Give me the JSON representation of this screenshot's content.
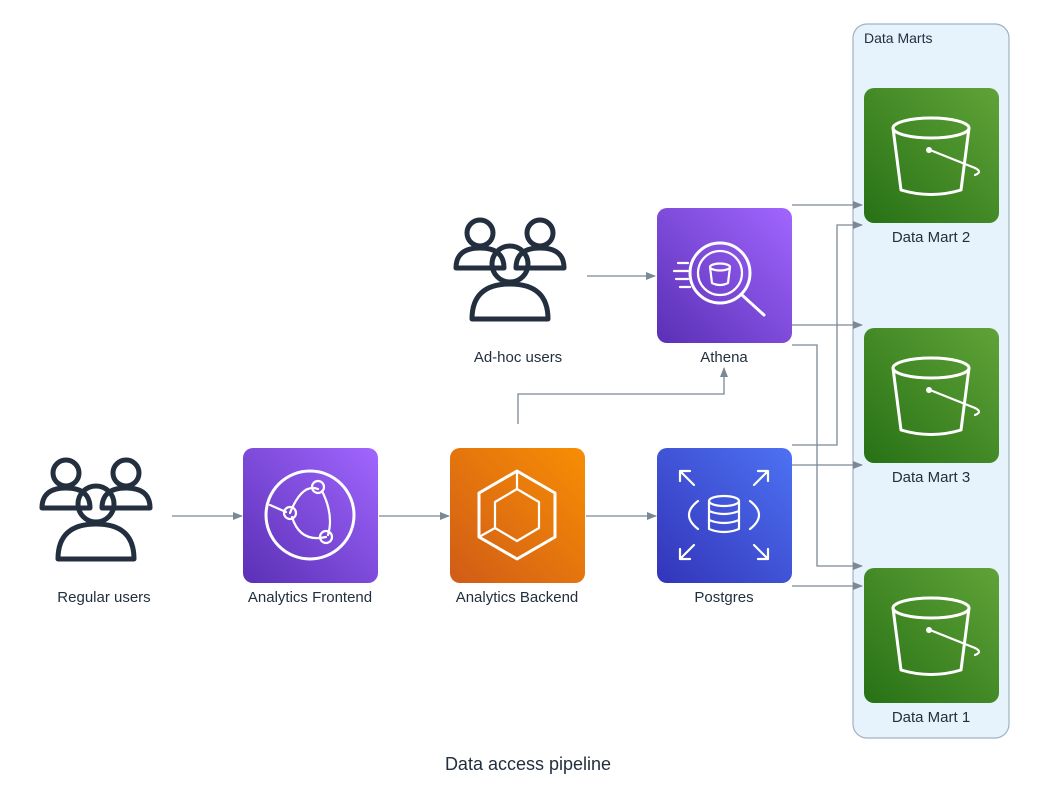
{
  "diagram": {
    "title": "Data access pipeline",
    "cluster": {
      "label": "Data Marts"
    },
    "nodes": {
      "regular_users": {
        "label": "Regular users",
        "icon": "users-group-icon"
      },
      "adhoc_users": {
        "label": "Ad-hoc users",
        "icon": "users-group-icon"
      },
      "frontend": {
        "label": "Analytics Frontend",
        "icon": "cloudfront-icon",
        "color": "#8c4fff"
      },
      "backend": {
        "label": "Analytics Backend",
        "icon": "ecs-icon",
        "color": "#ed7100"
      },
      "athena": {
        "label": "Athena",
        "icon": "athena-icon",
        "color": "#8c4fff"
      },
      "postgres": {
        "label": "Postgres",
        "icon": "rds-icon",
        "color": "#3f5ce6"
      },
      "mart2": {
        "label": "Data Mart 2",
        "icon": "s3-bucket-icon",
        "color": "#3f8624"
      },
      "mart3": {
        "label": "Data Mart 3",
        "icon": "s3-bucket-icon",
        "color": "#3f8624"
      },
      "mart1": {
        "label": "Data Mart 1",
        "icon": "s3-bucket-icon",
        "color": "#3f8624"
      }
    },
    "edges": [
      {
        "from": "Regular users",
        "to": "Analytics Frontend"
      },
      {
        "from": "Analytics Frontend",
        "to": "Analytics Backend"
      },
      {
        "from": "Analytics Backend",
        "to": "Postgres"
      },
      {
        "from": "Analytics Backend",
        "to": "Athena"
      },
      {
        "from": "Ad-hoc users",
        "to": "Athena"
      },
      {
        "from": "Athena",
        "to": "Data Mart 2"
      },
      {
        "from": "Athena",
        "to": "Data Mart 3"
      },
      {
        "from": "Athena",
        "to": "Data Mart 1"
      },
      {
        "from": "Postgres",
        "to": "Data Mart 2"
      },
      {
        "from": "Postgres",
        "to": "Data Mart 3"
      },
      {
        "from": "Postgres",
        "to": "Data Mart 1"
      }
    ]
  }
}
